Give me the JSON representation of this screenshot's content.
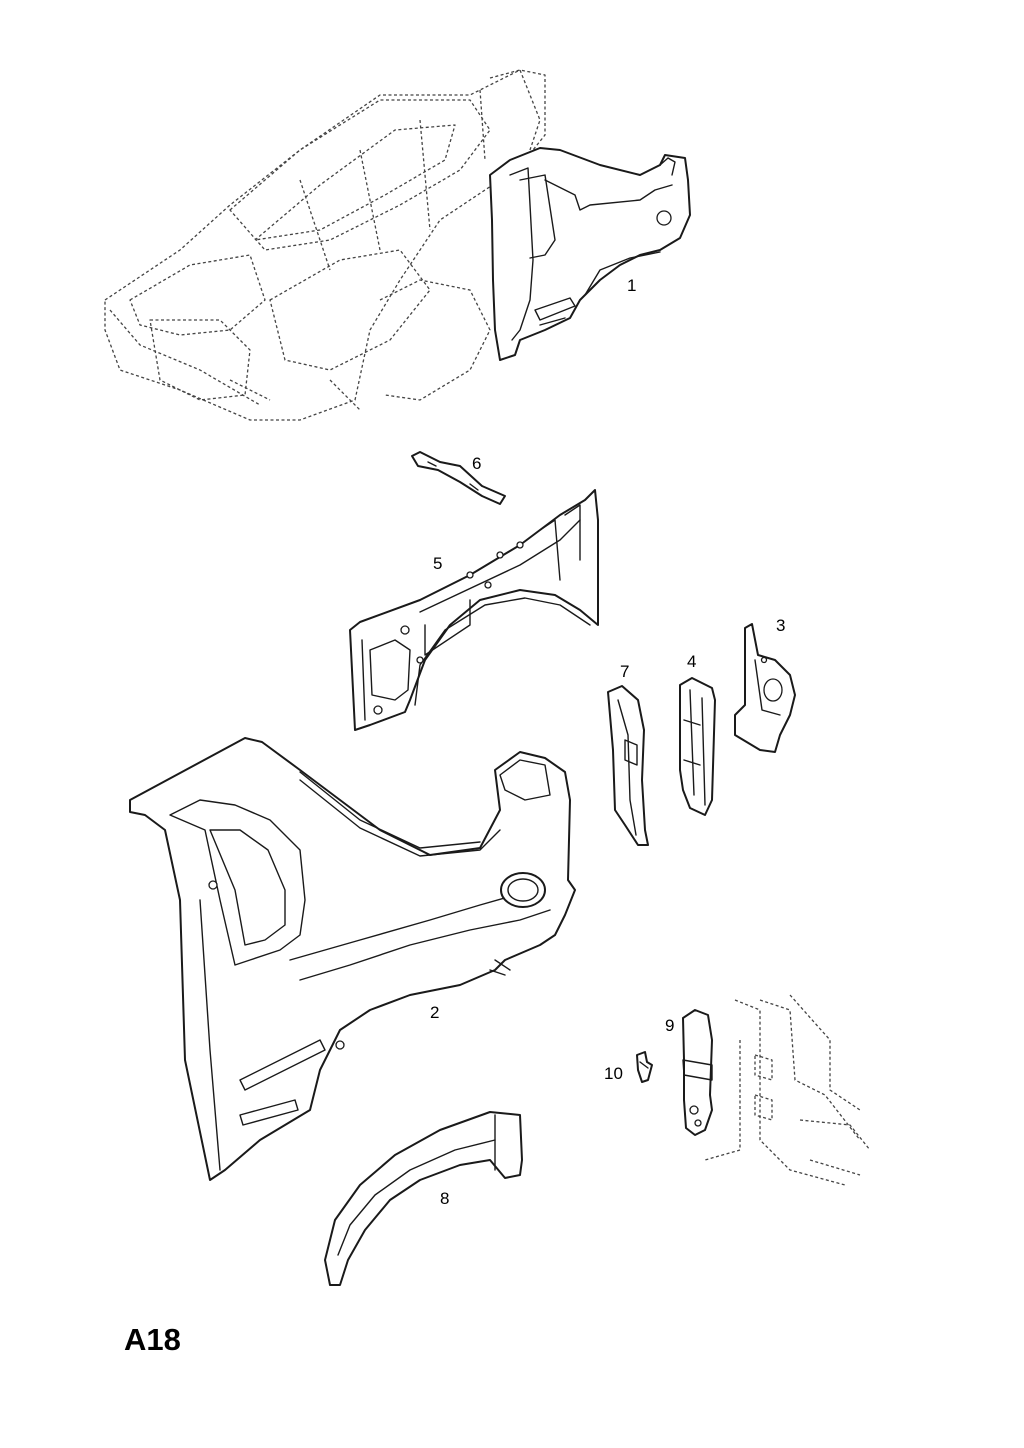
{
  "page_code": "A18",
  "callouts": [
    {
      "id": "1",
      "text": "1"
    },
    {
      "id": "2",
      "text": "2"
    },
    {
      "id": "3",
      "text": "3"
    },
    {
      "id": "4",
      "text": "4"
    },
    {
      "id": "5",
      "text": "5"
    },
    {
      "id": "6",
      "text": "6"
    },
    {
      "id": "7",
      "text": "7"
    },
    {
      "id": "8",
      "text": "8"
    },
    {
      "id": "9",
      "text": "9"
    },
    {
      "id": "10",
      "text": "10"
    }
  ],
  "colors": {
    "line": "#1a1a1a",
    "ghost_line": "#444444",
    "background": "#ffffff"
  }
}
